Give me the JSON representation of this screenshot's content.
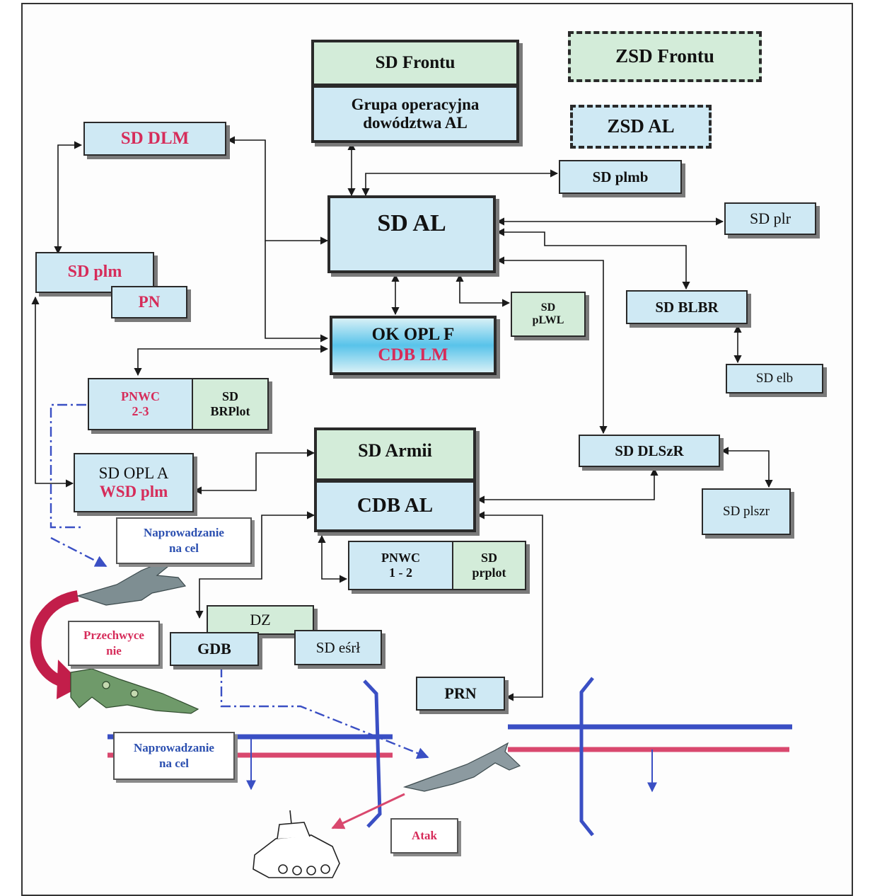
{
  "sd_frontu": "SD Frontu",
  "grupa_line1": "Grupa operacyjna",
  "grupa_line2": "dowództwa AL",
  "zsd_frontu": "ZSD Frontu",
  "zsd_al": "ZSD AL",
  "sd_dlm": "SD DLM",
  "sd_plmb": "SD plmb",
  "sd_al": "SD AL",
  "sd_plr": "SD plr",
  "sd_plm": "SD plm",
  "pn": "PN",
  "sd_plwl_1": "SD",
  "sd_plwl_2": "pLWL",
  "sd_blbr": "SD BLBR",
  "ok_opl_f": "OK OPL F",
  "cdb_lm": "CDB LM",
  "sd_elb": "SD elb",
  "pnwc23_1": "PNWC",
  "pnwc23_2": "2-3",
  "sd_brplot_1": "SD",
  "sd_brplot_2": "BRPlot",
  "sd_dlszr": "SD DLSzR",
  "sd_armii": "SD Armii",
  "cdb_al": "CDB AL",
  "sd_opl_a": "SD OPL A",
  "wsd_plm": "WSD plm",
  "sd_plszr": "SD plszr",
  "callout_top_1": "Naprowadzanie",
  "callout_top_2": "na cel",
  "pnwc12_1": "PNWC",
  "pnwc12_2": "1 - 2",
  "sd_prplot_1": "SD",
  "sd_prplot_2": "prplot",
  "przechwyce_1": "Przechwyce",
  "przechwyce_2": "nie",
  "dz": "DZ",
  "gdb": "GDB",
  "sd_esrl": "SD eśrł",
  "prn": "PRN",
  "callout_bottom_1": "Naprowadzanie",
  "callout_bottom_2": "na cel",
  "atak": "Atak",
  "colors": {
    "box_fill": "#cfe9f4",
    "green_fill": "#d3ecd9",
    "accent_red": "#d62c5a",
    "line_blue": "#3a4fc4",
    "line_pink": "#d9486e"
  }
}
